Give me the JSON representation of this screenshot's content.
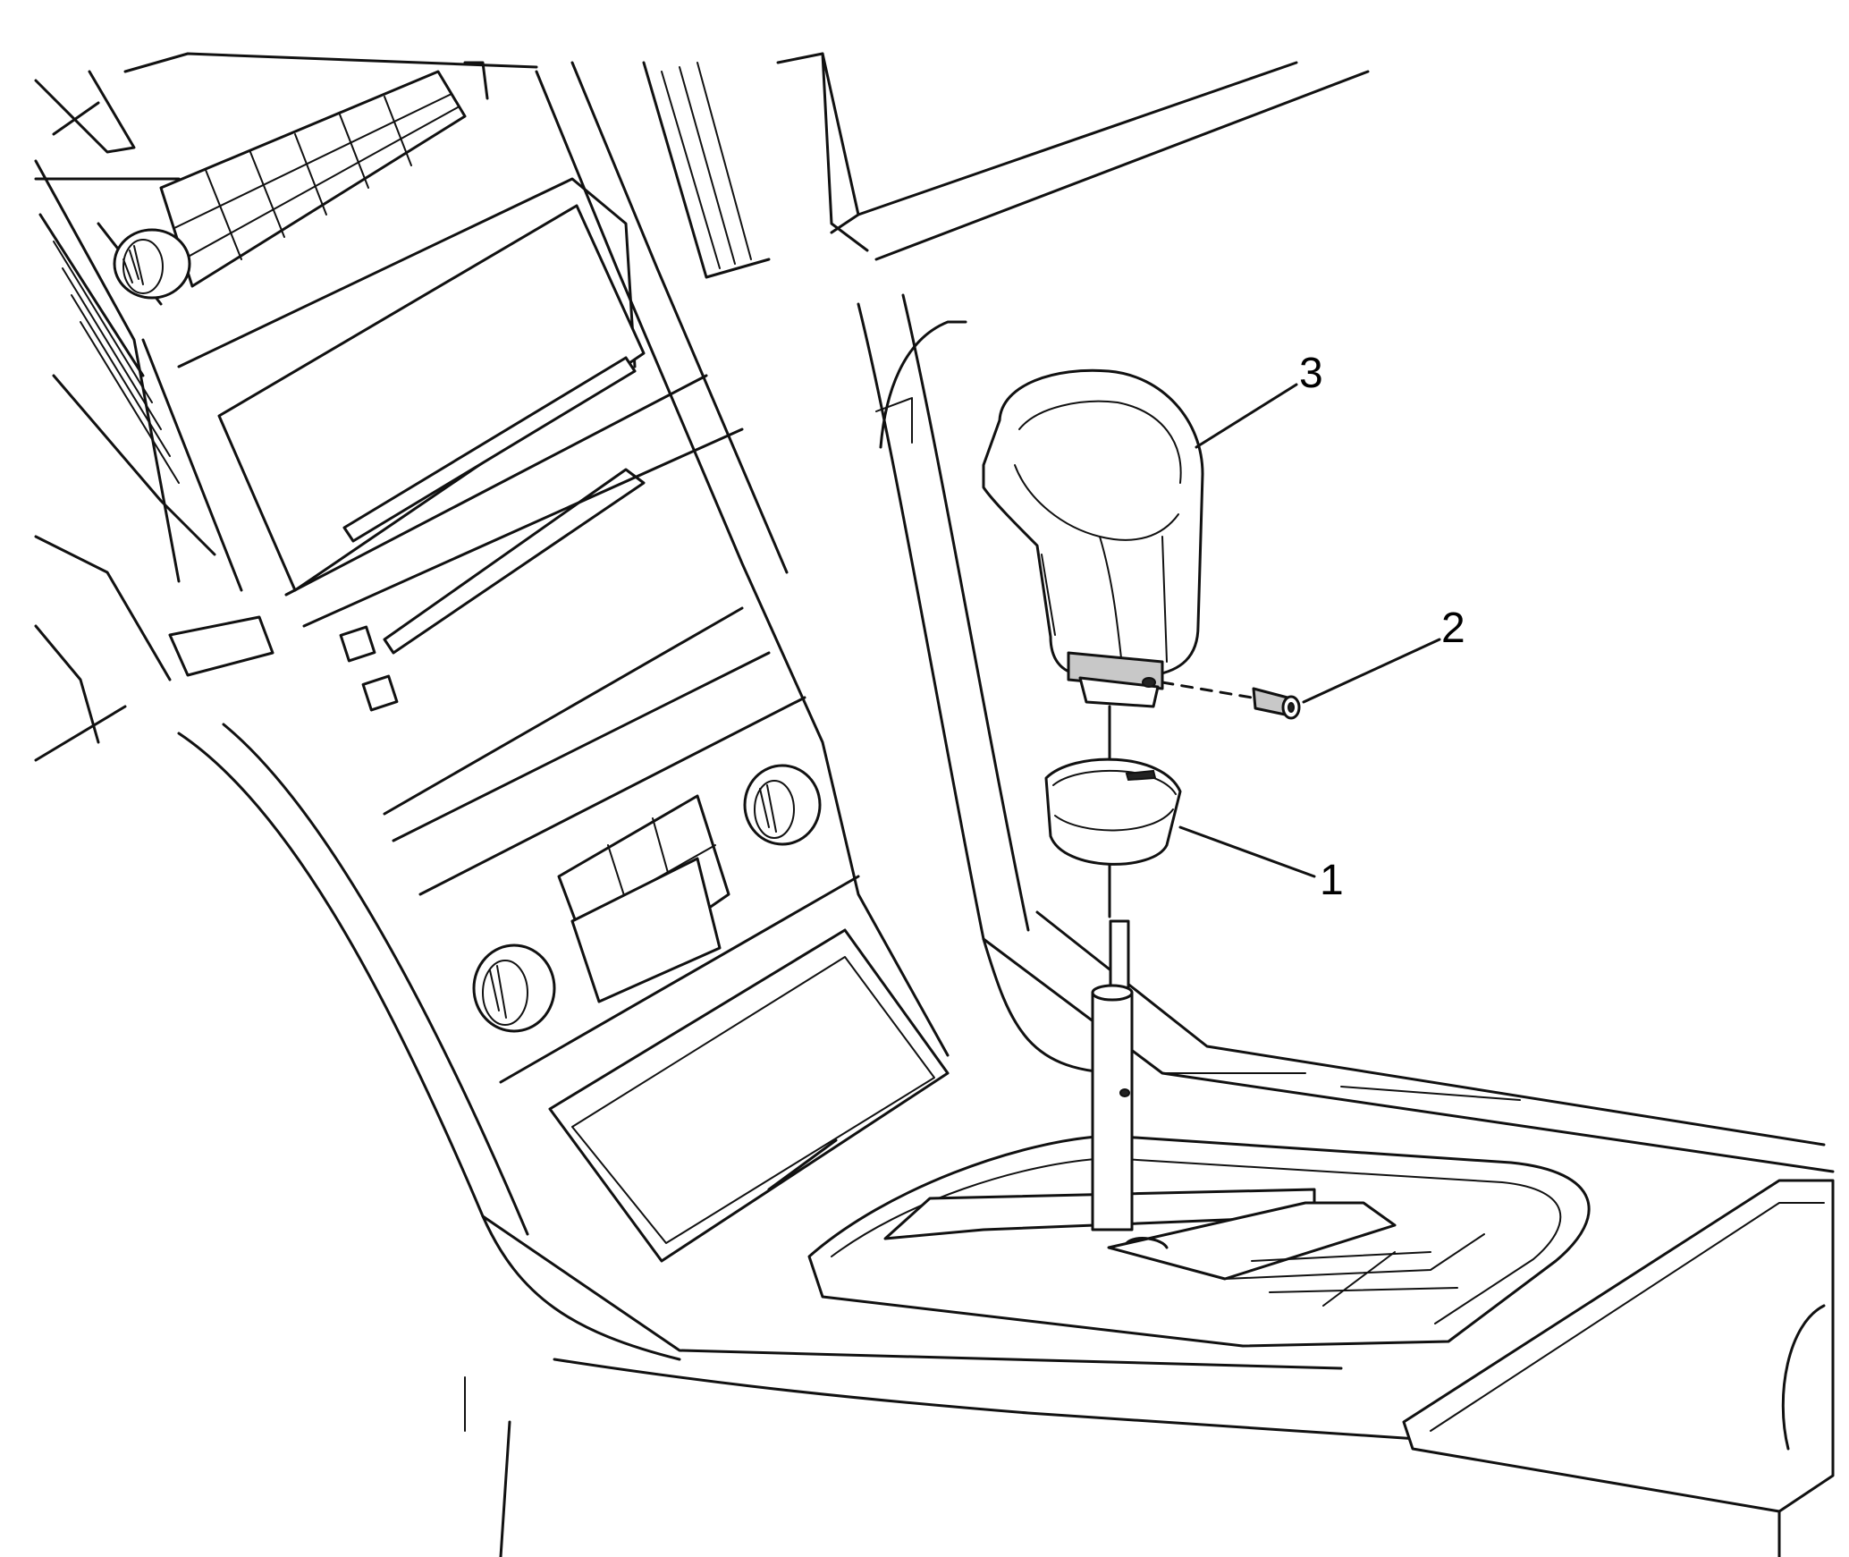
{
  "callouts": [
    {
      "id": "1",
      "label": "1",
      "part": "shift-knob-boot"
    },
    {
      "id": "2",
      "label": "2",
      "part": "retaining-screw"
    },
    {
      "id": "3",
      "label": "3",
      "part": "shift-knob"
    }
  ],
  "colors": {
    "line": "#111111",
    "background": "#ffffff",
    "shade": "#c8c8c8"
  }
}
